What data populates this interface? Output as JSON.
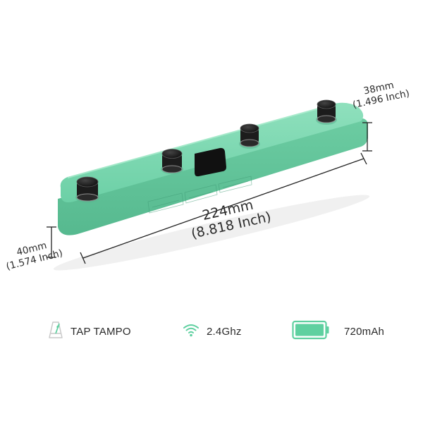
{
  "product": {
    "colors": {
      "body": "#6fd3a8",
      "body_shadow": "#4fb88f",
      "body_highlight": "#98e4c2",
      "knob": "#1c1c1c",
      "knob_ring": "#9a9a9a"
    }
  },
  "dimensions": {
    "length_mm": "224mm",
    "length_inch": "(8.818 Inch)",
    "left_height_mm": "40mm",
    "left_height_inch": "(1.574 Inch)",
    "right_height_mm": "38mm",
    "right_height_inch": "(1.496 Inch)"
  },
  "features": [
    {
      "icon": "metronome-icon",
      "label": "TAP TAMPO"
    },
    {
      "icon": "wifi-icon",
      "label": "2.4Ghz"
    },
    {
      "icon": "battery-icon",
      "label": "720mAh"
    }
  ],
  "accent_color": "#5fd0a0"
}
